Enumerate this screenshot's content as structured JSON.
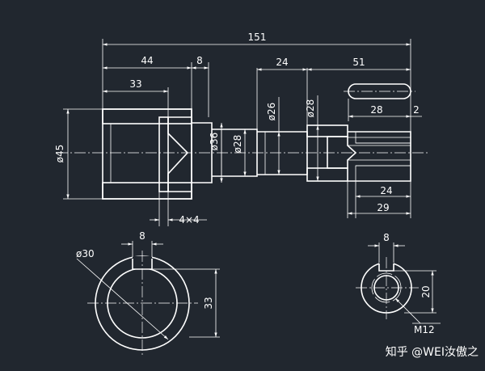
{
  "dimensions": {
    "total_length": "151",
    "left_bore_length": "44",
    "groove_width": "8",
    "bore_depth": "33",
    "shaft_seg_24": "24",
    "right_seg_51": "51",
    "key_slot_len": "28",
    "key_slot_offset": "2",
    "dia_45": "ø45",
    "dia_36": "ø36",
    "dia_28_left": "ø28",
    "dia_26": "ø26",
    "dia_28_top": "ø28",
    "chamfer": "4×4",
    "thread_len_24": "24",
    "hole_depth_29": "29"
  },
  "section_left": {
    "diameter": "ø30",
    "key_width": "8",
    "key_depth": "33"
  },
  "section_right": {
    "key_width": "8",
    "key_depth": "20",
    "thread": "M12"
  },
  "watermark": "知乎 @WEI汝傲之"
}
